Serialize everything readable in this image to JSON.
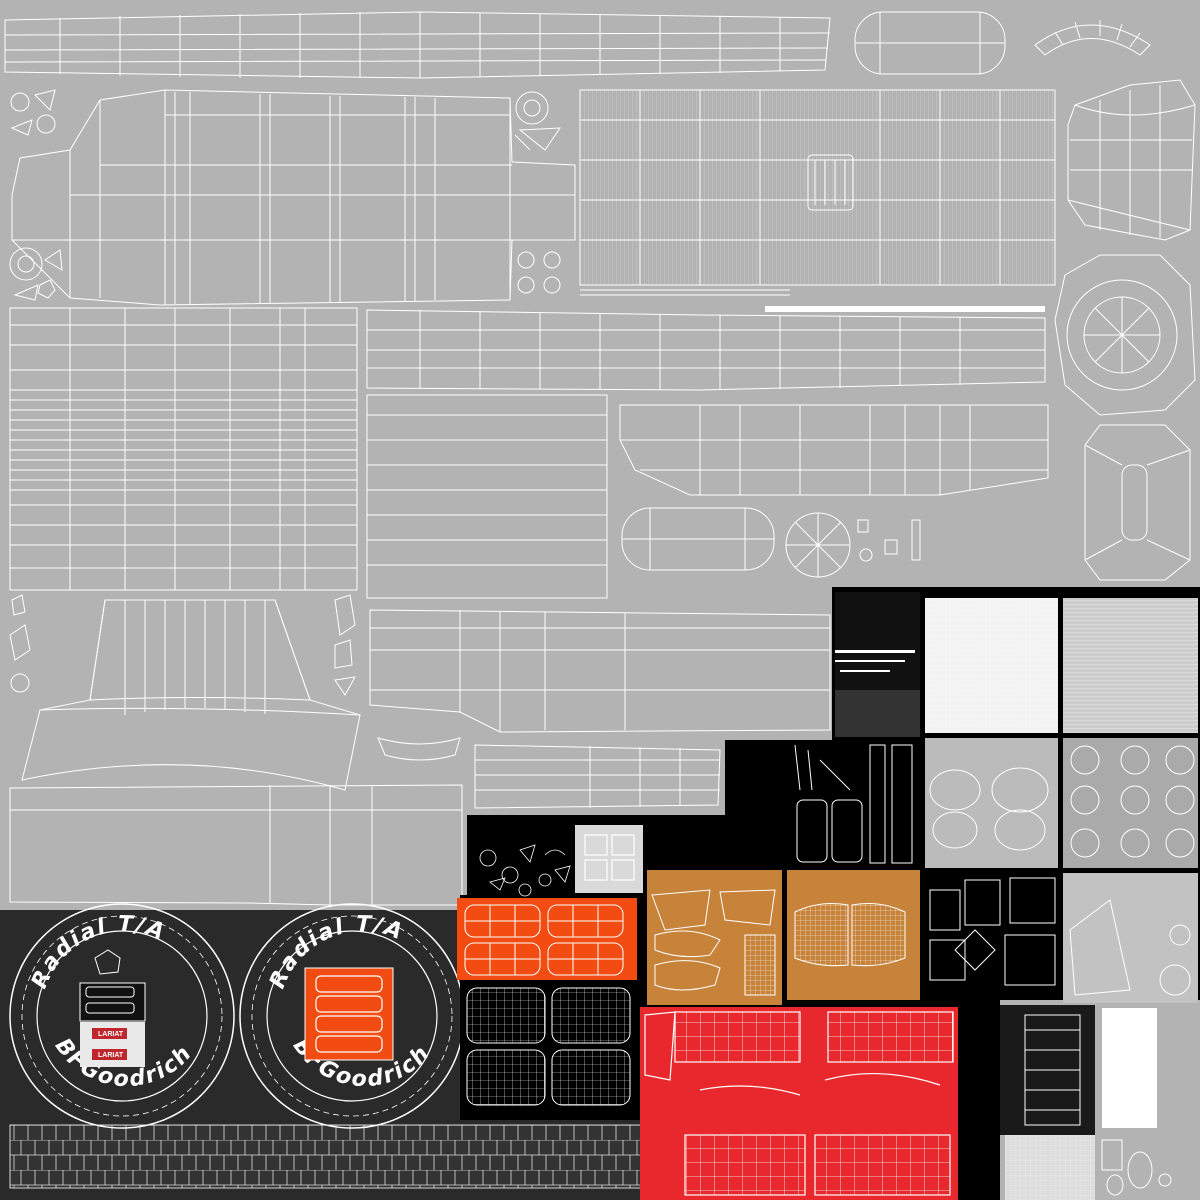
{
  "texture": {
    "background": "#b3b3b3",
    "wire_color": "#ffffff",
    "dark_panel": "#2a2a2a",
    "black_panel": "#000000",
    "orange": "#f24c12",
    "red": "#e8282c",
    "ochre": "#c8833b",
    "light_tile": "#d9d9d9"
  },
  "tires": {
    "left": {
      "top_text": "Radial T/A",
      "bottom_text": "BFGoodrich"
    },
    "right": {
      "top_text": "Radial T/A",
      "bottom_text": "BFGoodrich"
    }
  },
  "badges": {
    "top": "LARIAT",
    "bottom": "LARIAT"
  }
}
